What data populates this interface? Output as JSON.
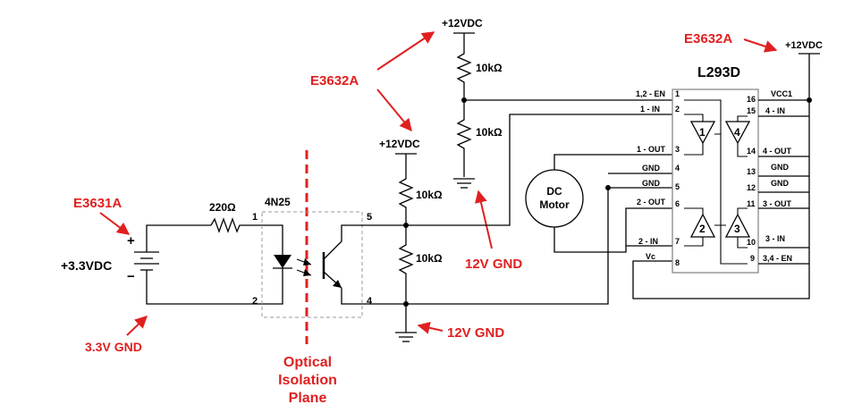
{
  "annotations": {
    "e3631a": "E3631A",
    "e3632a_left": "E3632A",
    "e3632a_right": "E3632A",
    "gnd33": "3.3V GND",
    "gnd12_a": "12V GND",
    "gnd12_b": "12V GND",
    "optical_1": "Optical",
    "optical_2": "Isolation",
    "optical_3": "Plane"
  },
  "supplies": {
    "v33": "+3.3VDC",
    "v12_top": "+12VDC",
    "v12_mid": "+12VDC",
    "v12_right": "+12VDC"
  },
  "components": {
    "r220": "220Ω",
    "opto": "4N25",
    "r_top1": "10kΩ",
    "r_top2": "10kΩ",
    "r_mid1": "10kΩ",
    "r_mid2": "10kΩ",
    "motor_1": "DC",
    "motor_2": "Motor",
    "ic": "L293D",
    "plus": "+",
    "minus": "−"
  },
  "opto_pins": {
    "p1": "1",
    "p2": "2",
    "p4": "4",
    "p5": "5"
  },
  "ic_left_pins": [
    {
      "label": "1,2 - EN",
      "num": "1"
    },
    {
      "label": "1 - IN",
      "num": "2"
    },
    {
      "label": "1 - OUT",
      "num": "3"
    },
    {
      "label": "GND",
      "num": "4"
    },
    {
      "label": "GND",
      "num": "5"
    },
    {
      "label": "2 - OUT",
      "num": "6"
    },
    {
      "label": "2 - IN",
      "num": "7"
    },
    {
      "label": "Vc",
      "num": "8"
    }
  ],
  "ic_right_pins": [
    {
      "label": "VCC1",
      "num": "16"
    },
    {
      "label": "4 - IN",
      "num": "15"
    },
    {
      "label": "4 - OUT",
      "num": "14"
    },
    {
      "label": "GND",
      "num": "13"
    },
    {
      "label": "GND",
      "num": "12"
    },
    {
      "label": "3 - OUT",
      "num": "11"
    },
    {
      "label": "3 - IN",
      "num": "10"
    },
    {
      "label": "3,4 - EN",
      "num": "9"
    }
  ],
  "buffers": {
    "b1": "1",
    "b2": "2",
    "b3": "3",
    "b4": "4"
  }
}
